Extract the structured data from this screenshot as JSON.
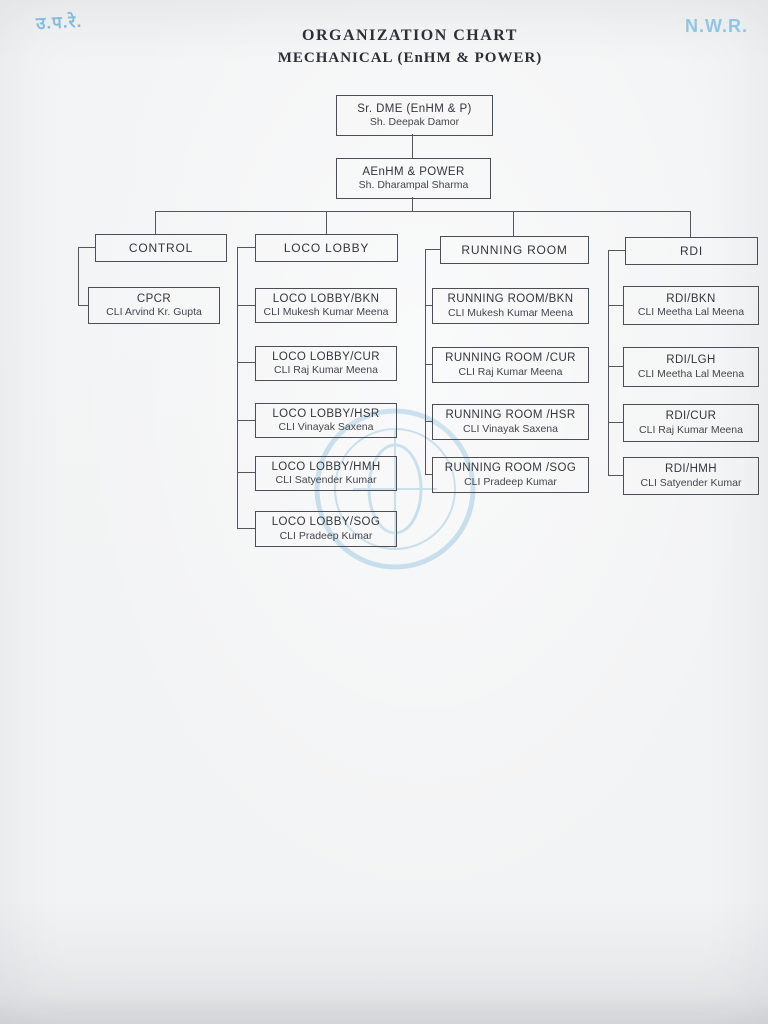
{
  "page": {
    "corner_left": "उ.प.रे.",
    "corner_right": "N.W.R.",
    "title_line1": "ORGANIZATION CHART",
    "title_line2": "MECHANICAL (EnHM & POWER)"
  },
  "root": {
    "title": "Sr. DME (EnHM & P)",
    "name": "Sh. Deepak Damor"
  },
  "deputy": {
    "title": "AEnHM & POWER",
    "name": "Sh. Dharampal Sharma"
  },
  "columns": [
    {
      "header": "CONTROL",
      "children": [
        {
          "title": "CPCR",
          "name": "CLI Arvind Kr. Gupta"
        }
      ]
    },
    {
      "header": "LOCO LOBBY",
      "children": [
        {
          "title": "LOCO LOBBY/BKN",
          "name": "CLI  Mukesh Kumar Meena"
        },
        {
          "title": "LOCO LOBBY/CUR",
          "name": "CLI  Raj Kumar Meena"
        },
        {
          "title": "LOCO LOBBY/HSR",
          "name": "CLI  Vinayak Saxena"
        },
        {
          "title": "LOCO LOBBY/HMH",
          "name": "CLI  Satyender Kumar"
        },
        {
          "title": "LOCO LOBBY/SOG",
          "name": "CLI  Pradeep Kumar"
        }
      ]
    },
    {
      "header": "RUNNING ROOM",
      "children": [
        {
          "title": "RUNNING ROOM/BKN",
          "name": "CLI  Mukesh Kumar Meena"
        },
        {
          "title": "RUNNING ROOM /CUR",
          "name": "CLI  Raj Kumar Meena"
        },
        {
          "title": "RUNNING ROOM /HSR",
          "name": "CLI  Vinayak Saxena"
        },
        {
          "title": "RUNNING ROOM /SOG",
          "name": "CLI  Pradeep Kumar"
        }
      ]
    },
    {
      "header": "RDI",
      "children": [
        {
          "title": "RDI/BKN",
          "name": "CLI  Meetha Lal Meena"
        },
        {
          "title": "RDI/LGH",
          "name": "CLI  Meetha Lal Meena"
        },
        {
          "title": "RDI/CUR",
          "name": "CLI  Raj Kumar Meena"
        },
        {
          "title": "RDI/HMH",
          "name": "CLI  Satyender Kumar"
        }
      ]
    }
  ]
}
